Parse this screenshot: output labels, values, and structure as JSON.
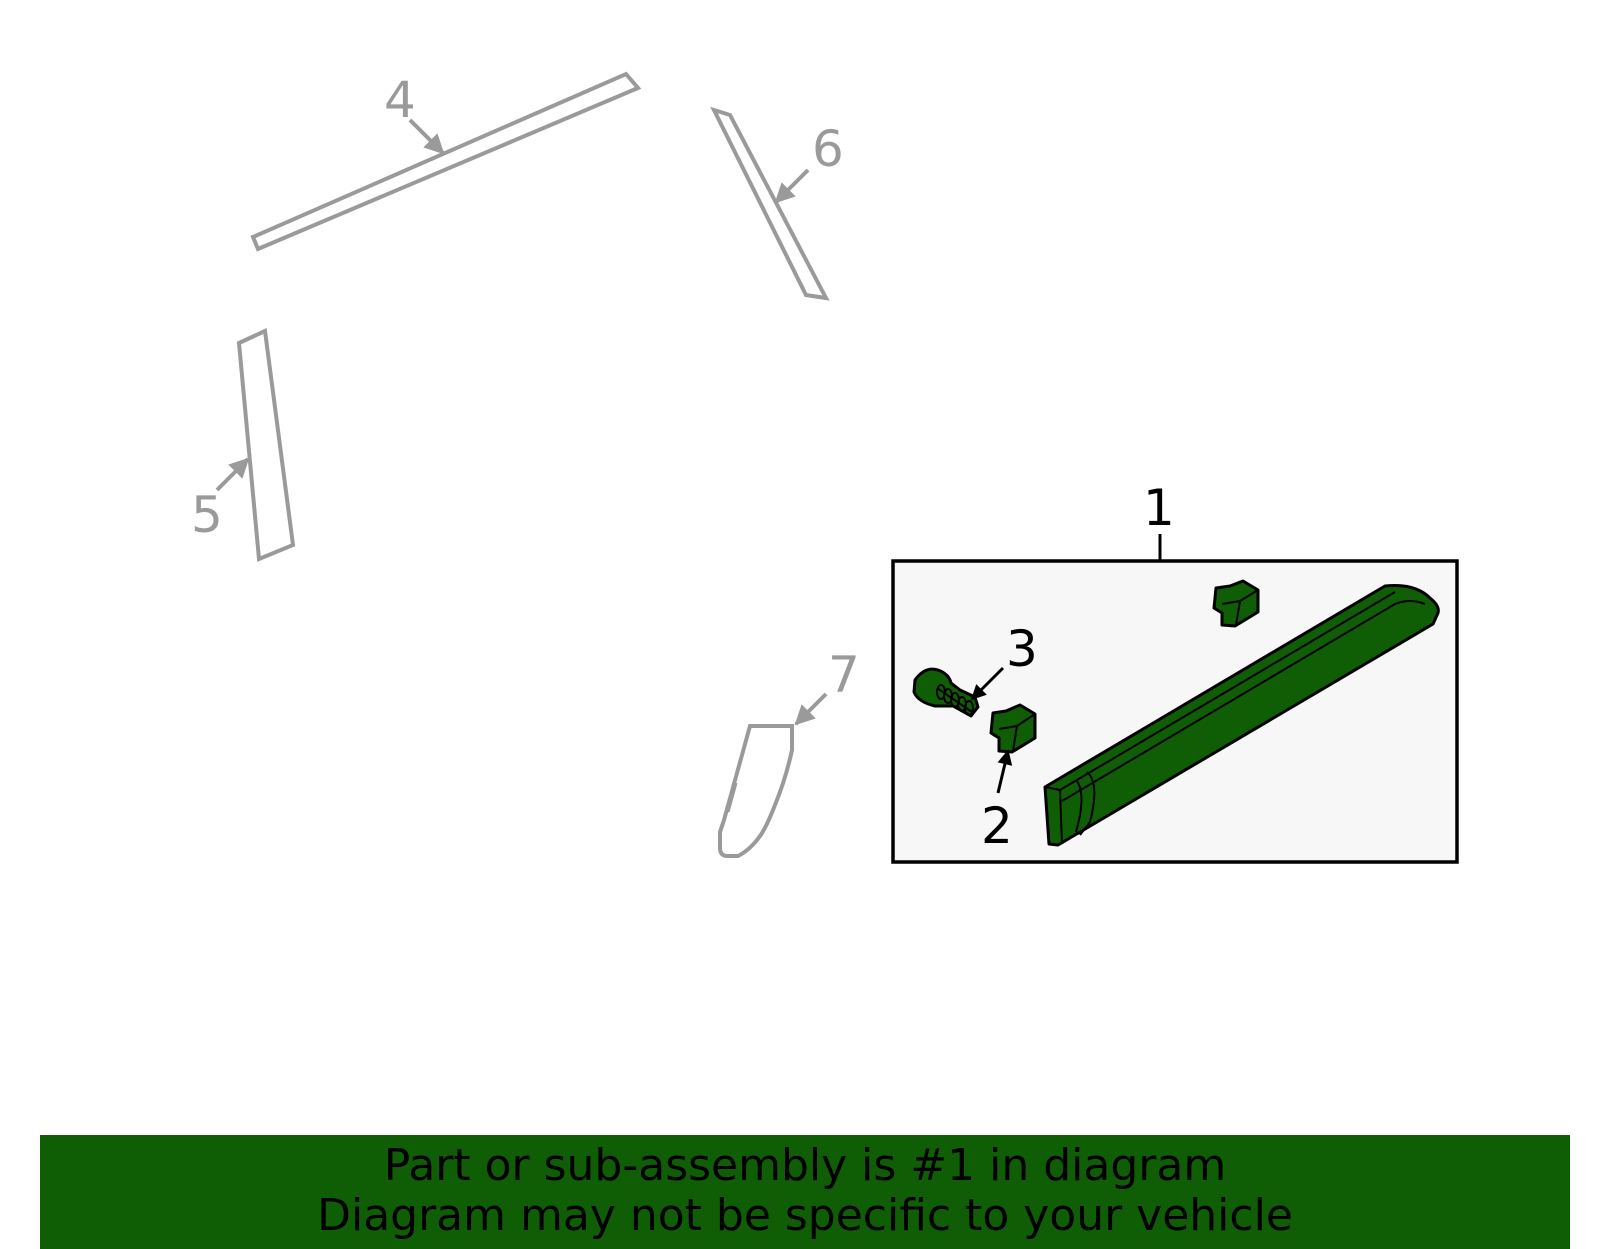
{
  "callouts": {
    "c1": "1",
    "c2": "2",
    "c3": "3",
    "c4": "4",
    "c5": "5",
    "c6": "6",
    "c7": "7"
  },
  "banner": {
    "line1": "Part or sub-assembly is #1 in diagram",
    "line2": "Diagram may not be specific to your vehicle"
  },
  "colors": {
    "part_green": "#0f5e05",
    "ghost_gray": "#9a9a9a",
    "banner_green": "#0f5e05",
    "box_fill": "#f7f7f7"
  }
}
